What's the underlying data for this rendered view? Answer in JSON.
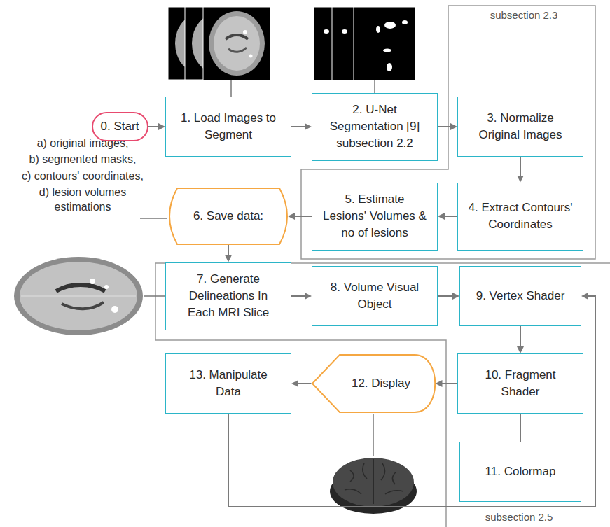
{
  "diagram": {
    "nodes": [
      {
        "text": [
          "0. Start"
        ]
      },
      {
        "text": [
          "1. Load Images to Segment"
        ]
      },
      {
        "text": [
          "2. U-Net Segmentation [9] subsection 2.2"
        ]
      },
      {
        "text": [
          "3. Normalize Original Images"
        ]
      },
      {
        "text": [
          "4. Extract Contours' Coordinates"
        ]
      },
      {
        "text": [
          "5. Estimate Lesions' Volumes & no of lesions"
        ]
      },
      {
        "text": [
          "6. Save data:"
        ]
      },
      {
        "text": [
          "7. Generate Delineations In Each MRI Slice"
        ]
      },
      {
        "text": [
          "8. Volume Visual Object"
        ]
      },
      {
        "text": [
          "9. Vertex Shader"
        ]
      },
      {
        "text": [
          "10. Fragment Shader"
        ]
      },
      {
        "text": [
          "11. Colormap"
        ]
      },
      {
        "text": [
          "12. Display"
        ]
      },
      {
        "text": [
          "13. Manipulate Data"
        ]
      }
    ],
    "edges": [
      {
        "from": 0,
        "to": 1,
        "arrow": "to"
      },
      {
        "from": 1,
        "to": 2,
        "arrow": "to"
      },
      {
        "from": 2,
        "to": 3,
        "arrow": "to"
      },
      {
        "from": 3,
        "to": 4,
        "arrow": "to"
      },
      {
        "from": 4,
        "to": 5,
        "arrow": "to"
      },
      {
        "from": 5,
        "to": 6,
        "arrow": "to"
      },
      {
        "from": 6,
        "to": 7,
        "arrow": "to"
      },
      {
        "from": 7,
        "to": 8,
        "arrow": "to"
      },
      {
        "from": 8,
        "to": 9,
        "arrow": "to"
      },
      {
        "from": 9,
        "to": 10,
        "arrow": "to"
      },
      {
        "from": 10,
        "to": 11,
        "arrow": "none"
      },
      {
        "from": 10,
        "to": 12,
        "arrow": "to"
      },
      {
        "from": 12,
        "to": 13,
        "arrow": "to"
      },
      {
        "from": 13,
        "to": 9,
        "arrow": "to"
      }
    ],
    "labels": [
      "subsection 2.3",
      "subsection 2.5",
      "a) original images,",
      "b) segmented masks,",
      "c) contours' coordinates,",
      "d) lesion volumes estimations"
    ]
  }
}
